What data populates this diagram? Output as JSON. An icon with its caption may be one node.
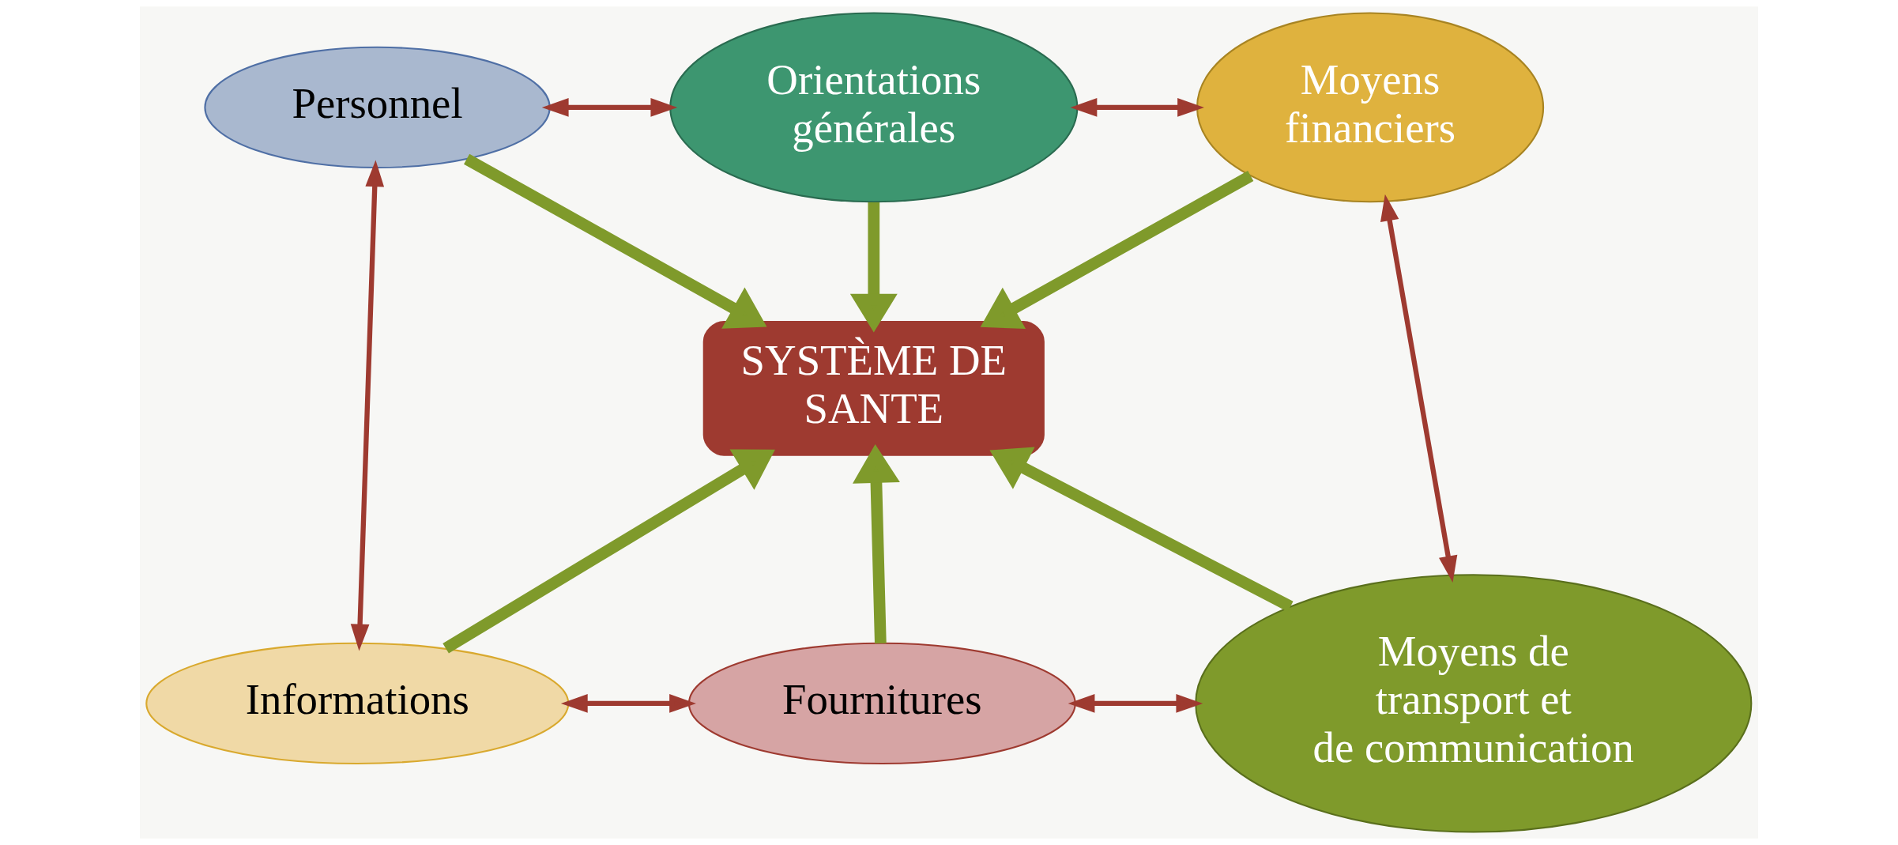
{
  "diagram": {
    "nodes": [
      {
        "text": [
          "Personnel"
        ]
      },
      {
        "text": [
          "Orientations générales"
        ]
      },
      {
        "text": [
          "Moyens financiers"
        ]
      },
      {
        "text": [
          "SYSTÈME DE SANTE"
        ]
      },
      {
        "text": [
          "Informations"
        ]
      },
      {
        "text": [
          "Fournitures"
        ]
      },
      {
        "text": [
          "Moyens de transport et de communication"
        ]
      }
    ],
    "edges": [
      {
        "from": 0,
        "to": 1,
        "arrow": "both",
        "color": "#9e3a30"
      },
      {
        "from": 1,
        "to": 2,
        "arrow": "both",
        "color": "#9e3a30"
      },
      {
        "from": 0,
        "to": 3,
        "arrow": "to",
        "style": "thick",
        "color": "#7f9a2b"
      },
      {
        "from": 1,
        "to": 3,
        "arrow": "to",
        "style": "thick",
        "color": "#7f9a2b"
      },
      {
        "from": 2,
        "to": 3,
        "arrow": "to",
        "style": "thick",
        "color": "#7f9a2b"
      },
      {
        "from": 0,
        "to": 4,
        "arrow": "both",
        "color": "#9e3a30"
      },
      {
        "from": 2,
        "to": 6,
        "arrow": "both",
        "color": "#9e3a30"
      },
      {
        "from": 4,
        "to": 3,
        "arrow": "to",
        "style": "thick",
        "color": "#7f9a2b"
      },
      {
        "from": 5,
        "to": 3,
        "arrow": "to",
        "style": "thick",
        "color": "#7f9a2b"
      },
      {
        "from": 6,
        "to": 3,
        "arrow": "to",
        "style": "thick",
        "color": "#7f9a2b"
      },
      {
        "from": 4,
        "to": 5,
        "arrow": "both",
        "color": "#9e3a30"
      },
      {
        "from": 5,
        "to": 6,
        "arrow": "both",
        "color": "#9e3a30"
      }
    ]
  }
}
